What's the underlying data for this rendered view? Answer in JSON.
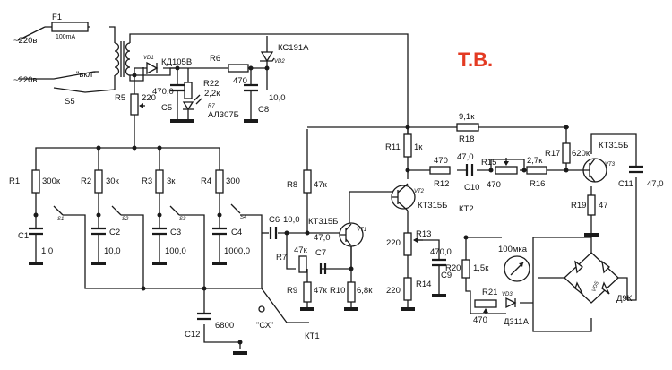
{
  "title": "Т.В.",
  "colors": {
    "title": "#e33a22",
    "ink": "#1a1a1a"
  },
  "mains": {
    "top": "~220в",
    "bottom": "~220в",
    "switch_label": "\"вкл\"",
    "switch_ref": "S5"
  },
  "fuse": {
    "ref": "F1",
    "rating": "100mA"
  },
  "diodes": {
    "vd1": {
      "ref": "VD1",
      "type": "КД105В"
    },
    "vd2": {
      "ref": "VD2",
      "type": "КС191А"
    },
    "led": {
      "ref": "R7",
      "type": "АЛ307Б"
    },
    "vd3": {
      "ref": "VD3",
      "type": "Д311А"
    },
    "bridge": {
      "ref": "VD5",
      "type": "Д9К"
    }
  },
  "transistors": {
    "vt1": {
      "ref": "VT1",
      "type": "КТ315Б"
    },
    "vt2": {
      "ref": "VT2",
      "type": "КТ315Б"
    },
    "vt3": {
      "ref": "VT3",
      "type": "КТ315Б"
    }
  },
  "meter": {
    "rating": "100мка"
  },
  "resistors": {
    "r1": {
      "ref": "R1",
      "value": "300к"
    },
    "r2": {
      "ref": "R2",
      "value": "30к"
    },
    "r3": {
      "ref": "R3",
      "value": "3к"
    },
    "r4": {
      "ref": "R4",
      "value": "300"
    },
    "r5": {
      "ref": "R5",
      "value": "220"
    },
    "r6": {
      "ref": "R6",
      "value": "470"
    },
    "r22": {
      "ref": "R22",
      "value": "2,2к"
    },
    "r7": {
      "ref": "R7",
      "value": "47к"
    },
    "r8": {
      "ref": "R8",
      "value": "47к"
    },
    "r9": {
      "ref": "R9",
      "value": "47к"
    },
    "r10": {
      "ref": "R10",
      "value": "6,8к"
    },
    "r11": {
      "ref": "R11",
      "value": "1к"
    },
    "r12": {
      "ref": "R12",
      "value": "470"
    },
    "r13": {
      "ref": "R13",
      "value": "220"
    },
    "r14": {
      "ref": "R14",
      "value": "220"
    },
    "r15": {
      "ref": "R15",
      "value": "470"
    },
    "r16": {
      "ref": "R16",
      "value": "2,7к"
    },
    "r17": {
      "ref": "R17",
      "value": "620к"
    },
    "r18": {
      "ref": "R18",
      "value": "9,1к"
    },
    "r19": {
      "ref": "R19",
      "value": "47"
    },
    "r20": {
      "ref": "R20",
      "value": "1,5к"
    },
    "r21": {
      "ref": "R21",
      "value": "470"
    }
  },
  "capacitors": {
    "c1": {
      "ref": "C1",
      "value": "1,0"
    },
    "c2": {
      "ref": "C2",
      "value": "10,0"
    },
    "c3": {
      "ref": "C3",
      "value": "100,0"
    },
    "c4": {
      "ref": "C4",
      "value": "1000,0"
    },
    "c5": {
      "ref": "C5",
      "value": "470,0"
    },
    "c6": {
      "ref": "C6",
      "value": "10,0"
    },
    "c7": {
      "ref": "C7",
      "value": "47,0"
    },
    "c8": {
      "ref": "C8",
      "value": "10,0"
    },
    "c9": {
      "ref": "C9",
      "value": "470,0"
    },
    "c10": {
      "ref": "C10",
      "value": "47,0"
    },
    "c11": {
      "ref": "C11",
      "value": "47,0"
    },
    "c12": {
      "ref": "C12",
      "value": "6800"
    }
  },
  "switches": {
    "s1": "S1",
    "s2": "S2",
    "s3": "S3",
    "s4": "S4"
  },
  "points": {
    "cx": "\"СХ\"",
    "kt1": "КТ1",
    "kt2": "КТ2"
  }
}
